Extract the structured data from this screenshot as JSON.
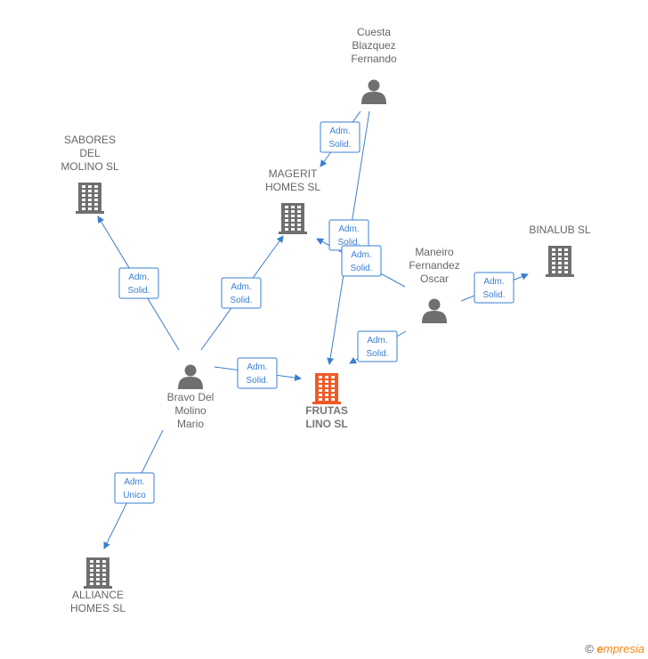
{
  "nodes": [
    {
      "id": "cuesta",
      "type": "person",
      "label": [
        "Cuesta",
        "Blazquez",
        "Fernando"
      ],
      "highlight": false
    },
    {
      "id": "sabores",
      "type": "company",
      "label": [
        "SABORES",
        "DEL",
        "MOLINO  SL"
      ],
      "highlight": false
    },
    {
      "id": "magerit",
      "type": "company",
      "label": [
        "MAGERIT",
        "HOMES  SL"
      ],
      "highlight": false
    },
    {
      "id": "binalub",
      "type": "company",
      "label": [
        "BINALUB  SL"
      ],
      "highlight": false
    },
    {
      "id": "maneiro",
      "type": "person",
      "label": [
        "Maneiro",
        "Fernandez",
        "Oscar"
      ],
      "highlight": false
    },
    {
      "id": "bravo",
      "type": "person",
      "label": [
        "Bravo Del",
        "Molino",
        "Mario"
      ],
      "highlight": false
    },
    {
      "id": "frutas",
      "type": "company",
      "label": [
        "FRUTAS",
        "LINO  SL"
      ],
      "highlight": true
    },
    {
      "id": "alliance",
      "type": "company",
      "label": [
        "ALLIANCE",
        "HOMES SL"
      ],
      "highlight": false
    }
  ],
  "edges": [
    {
      "from": "cuesta",
      "to": "magerit",
      "label": [
        "Adm.",
        "Solid."
      ]
    },
    {
      "from": "cuesta",
      "to": "frutas",
      "label": [
        "Adm.",
        "Solid."
      ]
    },
    {
      "from": "maneiro",
      "to": "magerit",
      "label": [
        "Adm.",
        "Solid."
      ]
    },
    {
      "from": "maneiro",
      "to": "binalub",
      "label": [
        "Adm.",
        "Solid."
      ]
    },
    {
      "from": "maneiro",
      "to": "frutas",
      "label": [
        "Adm.",
        "Solid."
      ]
    },
    {
      "from": "bravo",
      "to": "sabores",
      "label": [
        "Adm.",
        "Solid."
      ]
    },
    {
      "from": "bravo",
      "to": "magerit",
      "label": [
        "Adm.",
        "Solid."
      ]
    },
    {
      "from": "bravo",
      "to": "frutas",
      "label": [
        "Adm.",
        "Solid."
      ]
    },
    {
      "from": "bravo",
      "to": "alliance",
      "label": [
        "Adm.",
        "Unico"
      ]
    }
  ],
  "colors": {
    "edge": "#3a7fd0",
    "node": "#6f6f6f",
    "highlight": "#f05a28"
  },
  "footer": {
    "copyright": "©",
    "brand_initial": "e",
    "brand_rest": "mpresia"
  }
}
